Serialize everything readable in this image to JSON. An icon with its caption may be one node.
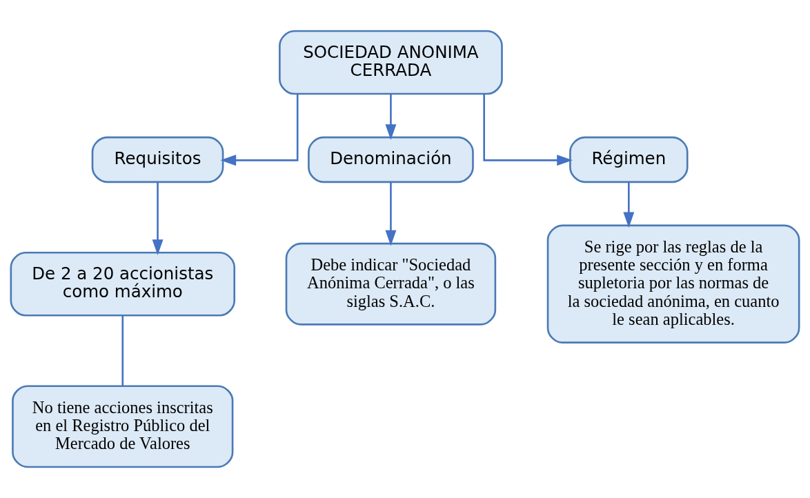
{
  "diagram": {
    "nodes": [
      {
        "text": [
          "SOCIEDAD ANONIMA CERRADA"
        ]
      },
      {
        "text": [
          "Requisitos"
        ]
      },
      {
        "text": [
          "Denominación"
        ]
      },
      {
        "text": [
          "Régimen"
        ]
      },
      {
        "text": [
          "De 2 a 20 accionistas como máximo"
        ]
      },
      {
        "text": [
          "Debe indicar \"Sociedad Anónima Cerrada\", o las siglas S.A.C."
        ]
      },
      {
        "text": [
          "Se rige por las reglas de la presente sección y en forma supletoria por las normas de la sociedad anónima, en cuanto le sean aplicables."
        ]
      },
      {
        "text": [
          "No tiene acciones inscritas en el Registro Público del Mercado de Valores"
        ]
      }
    ],
    "edges": [
      {
        "from": 0,
        "to": 1,
        "arrow": "to"
      },
      {
        "from": 0,
        "to": 2,
        "arrow": "to"
      },
      {
        "from": 0,
        "to": 3,
        "arrow": "to"
      },
      {
        "from": 1,
        "to": 4,
        "arrow": "to"
      },
      {
        "from": 2,
        "to": 5,
        "arrow": "to"
      },
      {
        "from": 3,
        "to": 6,
        "arrow": "to"
      },
      {
        "from": 4,
        "to": 7,
        "arrow": "none"
      }
    ]
  }
}
